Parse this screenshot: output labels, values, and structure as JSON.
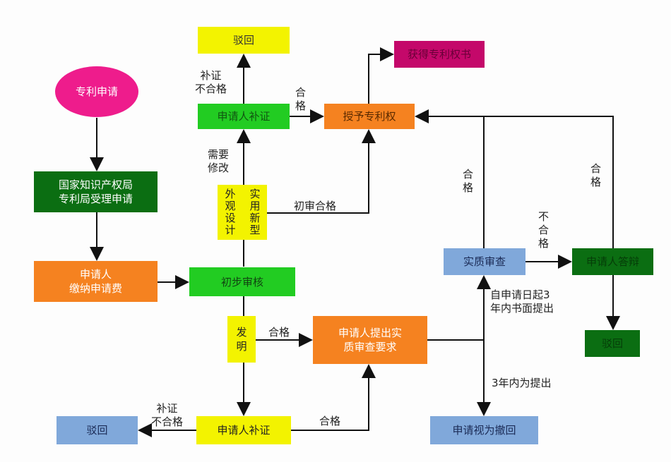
{
  "colors": {
    "pink": "#ee1c8c",
    "dark_green": "#0b6e12",
    "orange": "#f58220",
    "green": "#22cc22",
    "yellow": "#f3f300",
    "magenta": "#c4086a",
    "light_blue": "#80a8da"
  },
  "nodes": {
    "patent_application": "专利申请",
    "cnipa_accept": "国家知识产权局\n专利局受理申请",
    "pay_fee": "申请人\n缴纳申请费",
    "preliminary_review": "初步审核",
    "design_label": "外观设计",
    "utility_label": "实用新型",
    "supplement_top": "申请人补证",
    "reject_top": "驳回",
    "grant": "授予专利权",
    "certificate": "获得专利权书",
    "invention": "发明",
    "request_substantive": "申请人提出实\n质审查要求",
    "substantive_exam": "实质审查",
    "applicant_reply": "申请人答辩",
    "reject_right": "驳回",
    "supplement_bottom": "申请人补证",
    "reject_bottom": "驳回",
    "deemed_withdrawn": "申请视为撤回"
  },
  "labels": {
    "supp_fail_top": "补证\n不合格",
    "pass_to_grant": "合\n格",
    "need_modify": "需要\n修改",
    "prelim_pass": "初审合格",
    "subst_pass": "合\n格",
    "reply_pass": "合\n格",
    "subst_fail": "不\n合\n格",
    "within_3y": "自申请日起3\n年内书面提出",
    "not_within_3y": "3年内为提出",
    "invention_pass": "合格",
    "supp_fail_bottom": "补证\n不合格",
    "supp_pass_bottom": "合格"
  }
}
